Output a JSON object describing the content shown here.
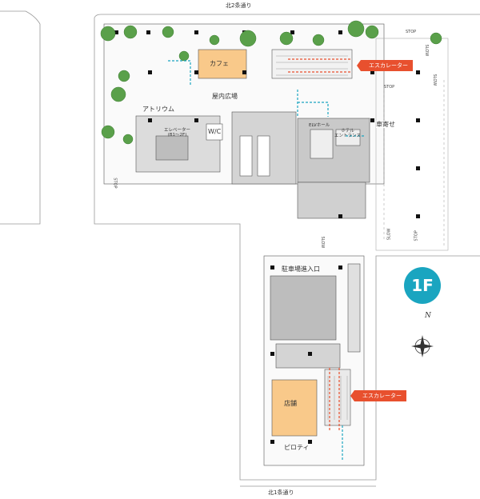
{
  "map": {
    "floor": "1F",
    "streets": {
      "north": "北2条通り",
      "south": "北1条通り"
    },
    "labels": {
      "cafe": "カフェ",
      "indoor_plaza": "屋内広場",
      "atrium": "アトリウム",
      "elevator": "エレベーター\n(B1～2F)",
      "wc": "W/C",
      "elv_hall": "ELVホール",
      "hotel_entrance": "ホテル\nエントランス",
      "car_approach": "車寄せ",
      "parking_entrance": "駐車場進入口",
      "shop": "店舗",
      "pilotis": "ピロティ",
      "compass_n": "N"
    },
    "badges": {
      "escalator_top": "エスカレーター",
      "escalator_bottom": "エスカレーター"
    },
    "road_markings": {
      "stop": "STOP",
      "stop_v": "STOP",
      "slow": "SLOW",
      "stop_lower": "STOP",
      "stop_left": "STOP",
      "slow_right": "SLOW",
      "slow_mid": "SLOW",
      "slow_lower": "SLOW"
    },
    "colors": {
      "highlight": "#f9c98a",
      "accent_red": "#e8502e",
      "floor_badge": "#1aa5c0",
      "path_blue": "#1aa5c0",
      "tree": "#5aa04a"
    }
  }
}
